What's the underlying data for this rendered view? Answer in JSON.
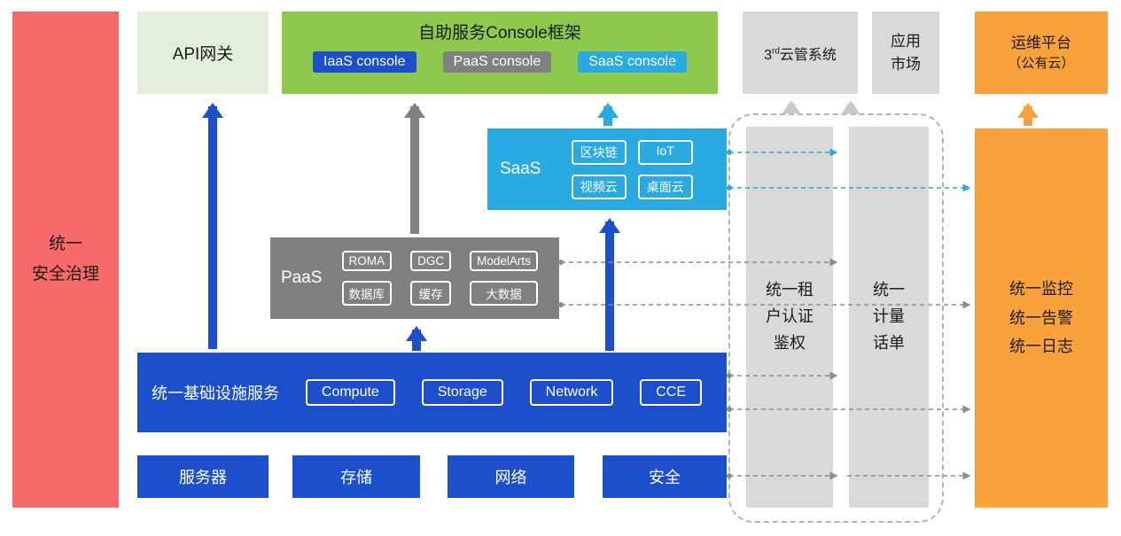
{
  "colors": {
    "red": "#F8696B",
    "light_green": "#E2EFDA",
    "green": "#8DC94C",
    "blue": "#1B4FCC",
    "gray": "#808080",
    "light_gray": "#D9D9D9",
    "cyan": "#29ABE2",
    "orange": "#F9A13B",
    "arrow_light": "#C9C9C9"
  },
  "security_bar": {
    "line1": "统一",
    "line2": "安全治理"
  },
  "api_gateway": {
    "label": "API网关"
  },
  "console_frame": {
    "title": "自助服务Console框架",
    "buttons": [
      {
        "label": "IaaS console"
      },
      {
        "label": "PaaS console"
      },
      {
        "label": "SaaS console"
      }
    ]
  },
  "third_party_cloud": {
    "num": "3",
    "sup": "rd",
    "text": "云管系统"
  },
  "app_market": {
    "line1": "应用",
    "line2": "市场"
  },
  "om_platform": {
    "line1": "运维平台",
    "line2": "（公有云）"
  },
  "saas": {
    "label": "SaaS",
    "chips": [
      "区块链",
      "IoT",
      "视频云",
      "桌面云"
    ]
  },
  "paas": {
    "label": "PaaS",
    "chips": [
      "ROMA",
      "DGC",
      "ModelArts",
      "数据库",
      "缓存",
      "大数据"
    ]
  },
  "iaas": {
    "label": "统一基础设施服务",
    "chips": [
      "Compute",
      "Storage",
      "Network",
      "CCE"
    ]
  },
  "hardware": {
    "items": [
      "服务器",
      "存储",
      "网络",
      "安全"
    ]
  },
  "auth_bar": {
    "lines": [
      "统一租",
      "户认证",
      "鉴权"
    ]
  },
  "metering_bar": {
    "lines": [
      "统一",
      "计量",
      "话单"
    ]
  },
  "monitoring_bar": {
    "lines": [
      "统一监控",
      "统一告警",
      "统一日志"
    ]
  }
}
